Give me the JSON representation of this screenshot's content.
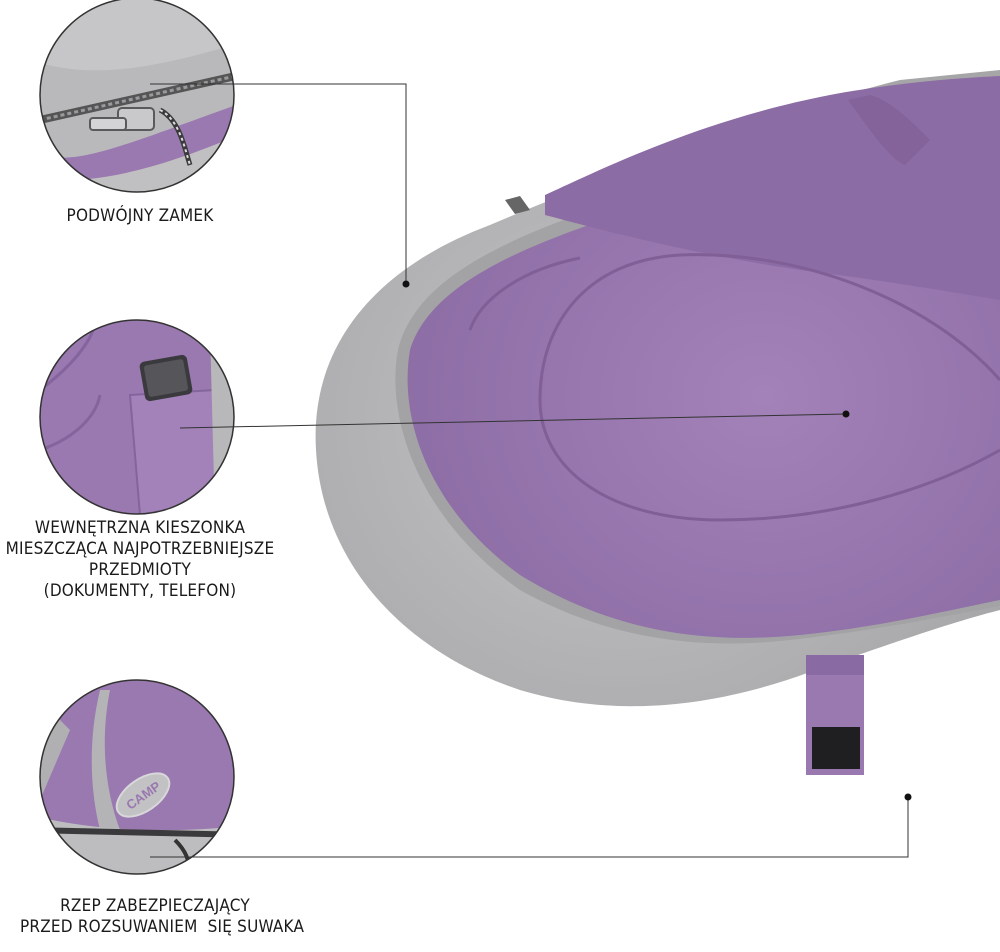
{
  "callouts": {
    "zipper": {
      "lines": [
        "PODWÓJNY ZAMEK"
      ],
      "icon": "zipper-icon"
    },
    "pocket": {
      "lines": [
        "WEWNĘTRZNA KIESZONKA",
        "MIESZCZĄCA NAJPOTRZEBNIEJSZE",
        "PRZEDMIOTY",
        "(DOKUMENTY, TELEFON)"
      ],
      "icon": "phone-pocket-icon"
    },
    "velcro": {
      "lines": [
        "RZEP ZABEZPIECZAJĄCY",
        "PRZED ROZSUWANIEM  SIĘ SUWAKA"
      ],
      "icon": "velcro-tab-icon"
    }
  },
  "brand_logo_text": "CAMP",
  "colors": {
    "purple": "#9a78b0",
    "purple_dark": "#7f5f96",
    "gray": "#b4b4b6",
    "gray_dark": "#8e8e90",
    "line": "#333333"
  }
}
